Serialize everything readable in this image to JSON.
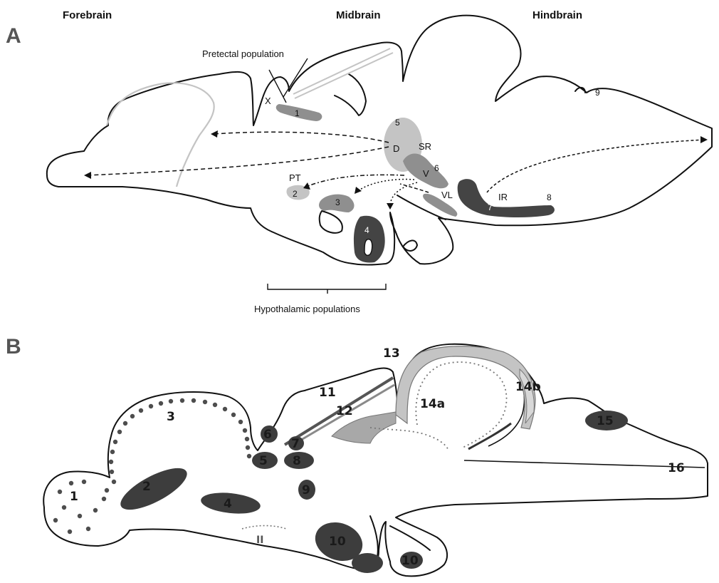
{
  "header": {
    "forebrain": "Forebrain",
    "midbrain": "Midbrain",
    "hindbrain": "Hindbrain"
  },
  "panel_a": {
    "letter": "A",
    "pretectal_label": "Pretectal population",
    "hypothalamic_label": "Hypothalamic populations",
    "x_label": "X",
    "d_label": "D",
    "v_label": "V",
    "sr_label": "SR",
    "vl_label": "VL",
    "ir_label": "IR",
    "pt_label": "PT",
    "numbers": [
      "1",
      "2",
      "3",
      "4",
      "5",
      "6",
      "7",
      "8",
      "9"
    ]
  },
  "panel_b": {
    "letter": "B",
    "numbers": [
      "1",
      "2",
      "3",
      "4",
      "5",
      "6",
      "7",
      "8",
      "9",
      "10",
      "10",
      "11",
      "12",
      "13",
      "14a",
      "14b",
      "15",
      "16",
      "II"
    ]
  },
  "colors": {
    "light_gray": "#c4c4c4",
    "mid_gray": "#8f8f8f",
    "dark_gray": "#444444",
    "nucleus_b": "#3d3d3d",
    "dots_b": "#4d4d4d"
  }
}
